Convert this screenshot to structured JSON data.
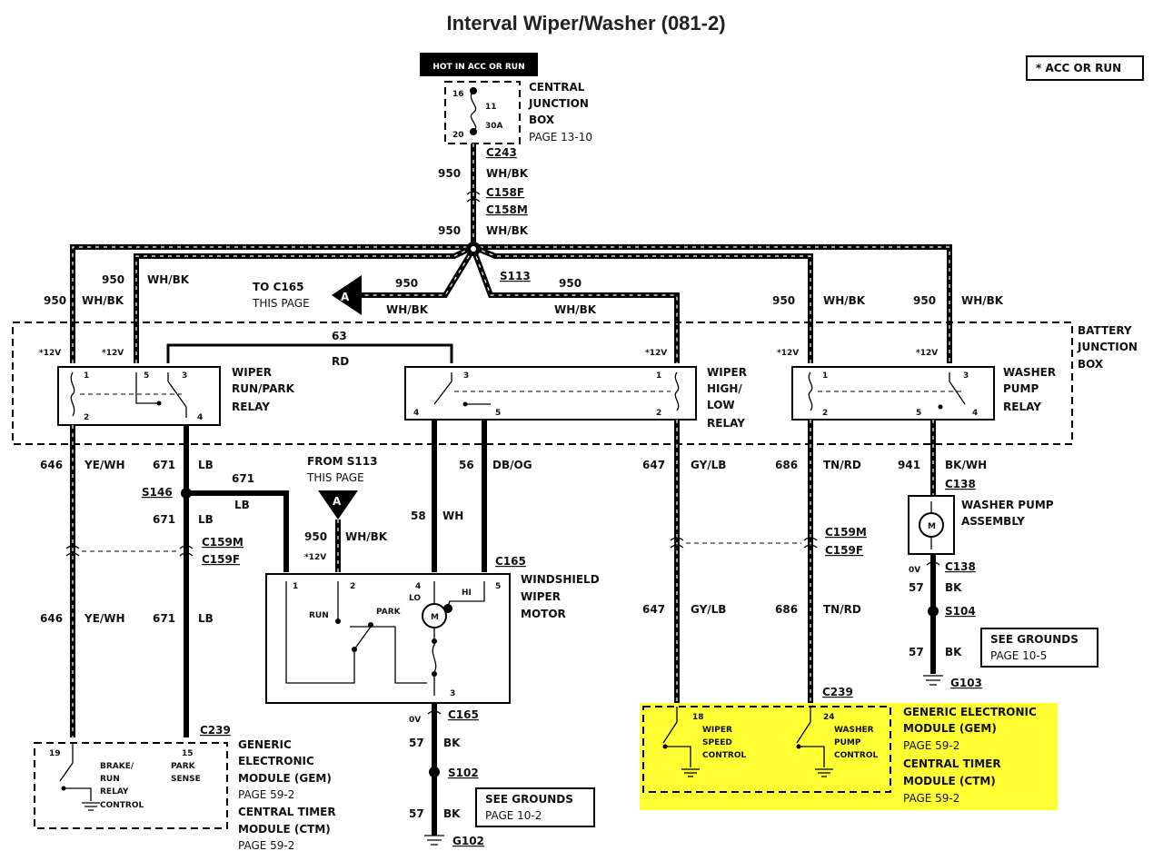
{
  "title": "Interval Wiper/Washer (081-2)",
  "legend_note": "* ACC OR RUN",
  "power_label": "HOT IN ACC OR RUN",
  "cjb": {
    "pin_top": "16",
    "pin_bottom": "20",
    "fuse_number": "11",
    "fuse_rating": "30A",
    "label_l1": "CENTRAL",
    "label_l2": "JUNCTION",
    "label_l3": "BOX",
    "page": "PAGE 13-10"
  },
  "bjb": {
    "label_l1": "BATTERY",
    "label_l2": "JUNCTION",
    "label_l3": "BOX"
  },
  "connectors": {
    "c243": "C243",
    "c158f": "C158F",
    "c158m": "C158M",
    "s113": "S113",
    "s146": "S146",
    "c159m": "C159M",
    "c159f": "C159F",
    "c165": "C165",
    "c239": "C239",
    "c138": "C138",
    "s104": "S104",
    "s102": "S102",
    "g103": "G103",
    "g102": "G102"
  },
  "wires": {
    "n950": "950",
    "whbk": "WH/BK",
    "n63": "63",
    "rd": "RD",
    "n646": "646",
    "yewh": "YE/WH",
    "n671": "671",
    "lb": "LB",
    "n56": "56",
    "dbog": "DB/OG",
    "n58": "58",
    "wh": "WH",
    "n647": "647",
    "gylb": "GY/LB",
    "n686": "686",
    "tnrd": "TN/RD",
    "n941": "941",
    "bkwh": "BK/WH",
    "n57": "57",
    "bk": "BK",
    "zero_v": "0V"
  },
  "relay_mark": "*12V",
  "to_c165": {
    "l1": "TO C165",
    "l2": "THIS PAGE",
    "letter": "A"
  },
  "from_s113": {
    "l1": "FROM S113",
    "l2": "THIS PAGE",
    "letter": "A"
  },
  "relays": {
    "run_park": {
      "l1": "WIPER",
      "l2": "RUN/PARK",
      "l3": "RELAY",
      "p1": "1",
      "p2": "2",
      "p3": "3",
      "p4": "4",
      "p5": "5"
    },
    "high_low": {
      "l1": "WIPER",
      "l2": "HIGH/",
      "l3": "LOW",
      "l4": "RELAY",
      "p1": "1",
      "p2": "2",
      "p3": "3",
      "p4": "4",
      "p5": "5"
    },
    "washer": {
      "l1": "WASHER",
      "l2": "PUMP",
      "l3": "RELAY",
      "p1": "1",
      "p2": "2",
      "p3": "3",
      "p4": "4",
      "p5": "5"
    }
  },
  "motor": {
    "l1": "WINDSHIELD",
    "l2": "WIPER",
    "l3": "MOTOR",
    "p1": "1",
    "p2": "2",
    "p3": "3",
    "p4": "4",
    "p5": "5",
    "run": "RUN",
    "park": "PARK",
    "lo": "LO",
    "hi": "HI",
    "m": "M"
  },
  "washer_pump": {
    "l1": "WASHER PUMP",
    "l2": "ASSEMBLY",
    "m": "M"
  },
  "grounds_1": {
    "l1": "SEE GROUNDS",
    "l2": "PAGE 10-5"
  },
  "grounds_2": {
    "l1": "SEE GROUNDS",
    "l2": "PAGE 10-2"
  },
  "gem_left": {
    "p19": "19",
    "p15": "15",
    "brake_l1": "BRAKE/",
    "brake_l2": "RUN",
    "brake_l3": "RELAY",
    "brake_l4": "CONTROL",
    "park_l1": "PARK",
    "park_l2": "SENSE",
    "l1": "GENERIC",
    "l2": "ELECTRONIC",
    "l3": "MODULE (GEM)",
    "l4": "PAGE 59-2",
    "l5": "CENTRAL TIMER",
    "l6": "MODULE (CTM)",
    "l7": "PAGE 59-2"
  },
  "gem_right": {
    "p18": "18",
    "p24": "24",
    "ws_l1": "WIPER",
    "ws_l2": "SPEED",
    "ws_l3": "CONTROL",
    "wp_l1": "WASHER",
    "wp_l2": "PUMP",
    "wp_l3": "CONTROL",
    "l1": "GENERIC ELECTRONIC",
    "l2": "MODULE (GEM)",
    "l3": "PAGE 59-2",
    "l4": "CENTRAL TIMER",
    "l5": "MODULE (CTM)",
    "l6": "PAGE 59-2"
  },
  "colors": {
    "highlight": "#ffff33",
    "ink": "#000000",
    "background": "#ffffff"
  }
}
